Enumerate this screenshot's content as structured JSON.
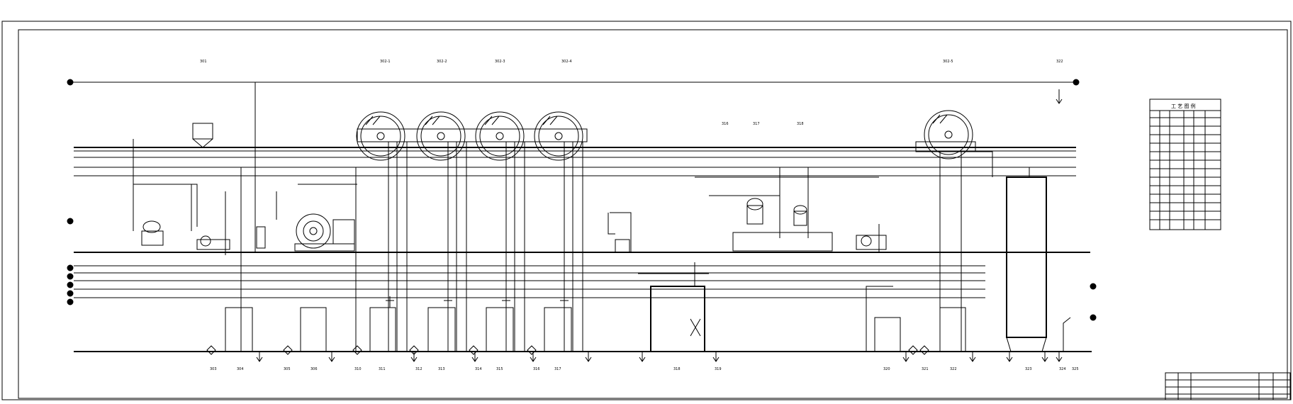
{
  "drawing": {
    "top_labels": [
      "301",
      "302-1",
      "302-2",
      "302-3",
      "302-4",
      "302-5",
      "322"
    ],
    "mid_labels": [
      "316",
      "317",
      "318"
    ],
    "bottom_labels": [
      "303",
      "304",
      "305",
      "306",
      "310",
      "311",
      "312",
      "313",
      "314",
      "315",
      "316",
      "317",
      "318",
      "319",
      "320",
      "321",
      "322",
      "323",
      "324",
      "325"
    ],
    "legend_title": "工 艺 图 例"
  }
}
